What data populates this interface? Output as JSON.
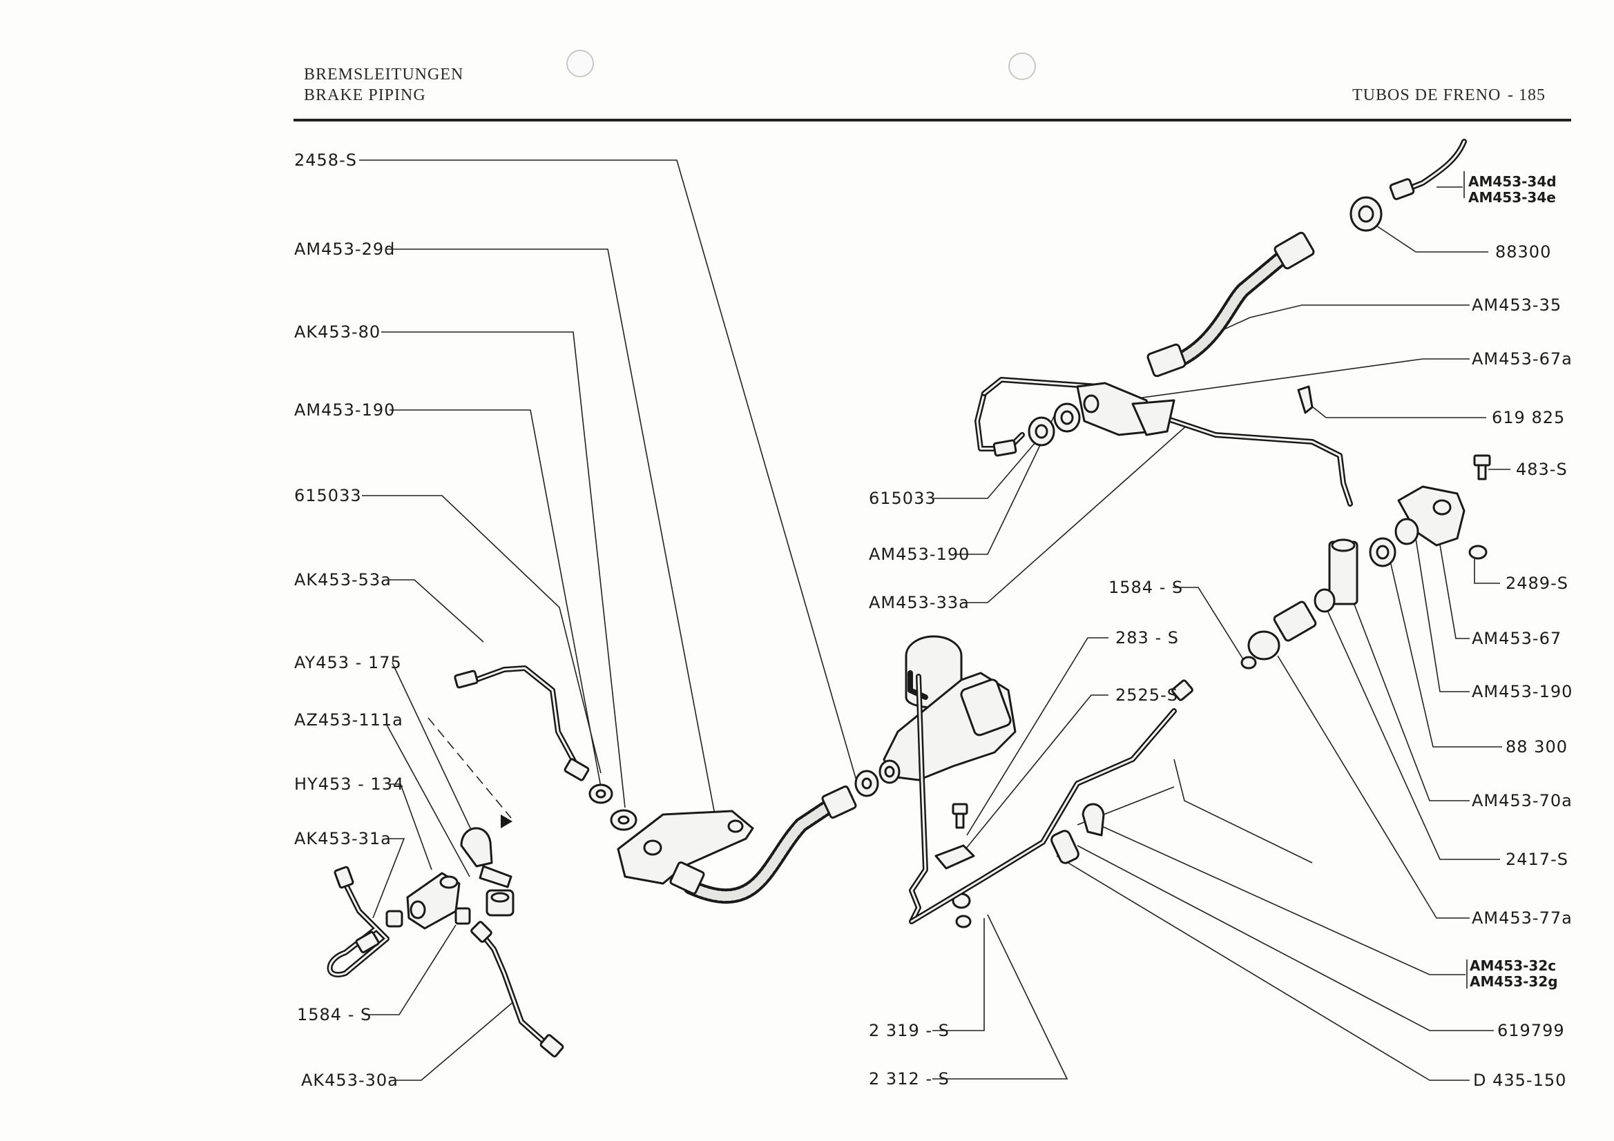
{
  "header": {
    "title_de": "BREMSLEITUNGEN",
    "title_en": "BRAKE PIPING",
    "title_es": "TUBOS DE FRENO",
    "page_number": "- 185"
  },
  "labels": {
    "l_2458s": "2458-S",
    "l_am453_29d": "AM453-29d",
    "l_ak453_80": "AK453-80",
    "l_am453_190_left": "AM453-190",
    "l_615033_left": "615033",
    "l_ak453_53a": "AK453-53a",
    "l_ay453_175": "AY453 - 175",
    "l_az453_111a": "AZ453-111a",
    "l_hy453_134": "HY453 - 134",
    "l_ak453_31a": "AK453-31a",
    "l_1584s_left": "1584 - S",
    "l_ak453_30a": "AK453-30a",
    "l_615033_mid": "615033",
    "l_am453_190_mid": "AM453-190",
    "l_am453_33a": "AM453-33a",
    "l_1584s_mid": "1584 - S",
    "l_283s": "283 - S",
    "l_2525s": "2525-S",
    "l_2319s": "2 319 - S",
    "l_2312s": "2 312 - S",
    "l_am453_34d": "AM453-34d",
    "l_am453_34e": "AM453-34e",
    "l_88300_top": "88300",
    "l_am453_35": "AM453-35",
    "l_am453_67a": "AM453-67a",
    "l_619825": "619 825",
    "l_483s": "483-S",
    "l_2489s": "2489-S",
    "l_am453_67": "AM453-67",
    "l_am453_190_right": "AM453-190",
    "l_88300_right": "88 300",
    "l_am453_70a": "AM453-70a",
    "l_2417s": "2417-S",
    "l_am453_77a": "AM453-77a",
    "l_am453_32c": "AM453-32c",
    "l_am453_32g": "AM453-32g",
    "l_619799": "619799",
    "l_d435_150": "D 435-150"
  }
}
